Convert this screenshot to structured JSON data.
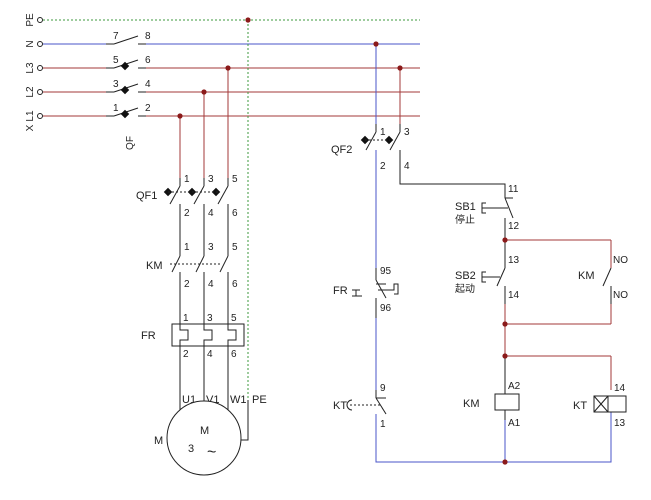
{
  "colors": {
    "phase": "#a33a3a",
    "neutral": "#4a55c8",
    "earth": "#3e9a3e",
    "wire": "#222222",
    "junction": "#8b1a1a"
  },
  "buses": {
    "pe": "PE",
    "n": "N",
    "l3": "L3",
    "l2": "L2",
    "l1": "L1",
    "x": "X"
  },
  "main_switch": {
    "name": "QF",
    "pins": [
      "7",
      "8",
      "5",
      "6",
      "3",
      "4",
      "1",
      "2"
    ]
  },
  "power_circuit": {
    "qf1": {
      "name": "QF1",
      "pins_top": [
        "1",
        "3",
        "5"
      ],
      "pins_bottom": [
        "2",
        "4",
        "6"
      ]
    },
    "km": {
      "name": "KM",
      "pins_top": [
        "1",
        "3",
        "5"
      ],
      "pins_bottom": [
        "2",
        "4",
        "6"
      ]
    },
    "fr": {
      "name": "FR",
      "pins_top": [
        "1",
        "3",
        "5"
      ],
      "pins_bottom": [
        "2",
        "4",
        "6"
      ]
    },
    "terminals": [
      "U1",
      "V1",
      "W1",
      "PE"
    ],
    "motor": {
      "label": "M",
      "inner_label": "M",
      "phases": "3",
      "ac_symbol": "~"
    }
  },
  "control_circuit": {
    "qf2": {
      "name": "QF2",
      "pins_top": [
        "1",
        "3"
      ],
      "pins_bottom": [
        "2",
        "4"
      ]
    },
    "fr_contact": {
      "name": "FR",
      "pins": [
        "95",
        "96"
      ]
    },
    "kt_contact": {
      "name": "KT",
      "pins": [
        "9",
        "1"
      ]
    },
    "sb1": {
      "name": "SB1",
      "desc": "停止",
      "pins": [
        "11",
        "12"
      ]
    },
    "sb2": {
      "name": "SB2",
      "desc": "起动",
      "pins": [
        "13",
        "14"
      ]
    },
    "km_aux": {
      "name": "KM",
      "pins": [
        "NO",
        "NO"
      ]
    },
    "km_coil": {
      "name": "KM",
      "pins": [
        "A2",
        "A1"
      ]
    },
    "kt_coil": {
      "name": "KT",
      "pins": [
        "14",
        "13"
      ]
    }
  }
}
